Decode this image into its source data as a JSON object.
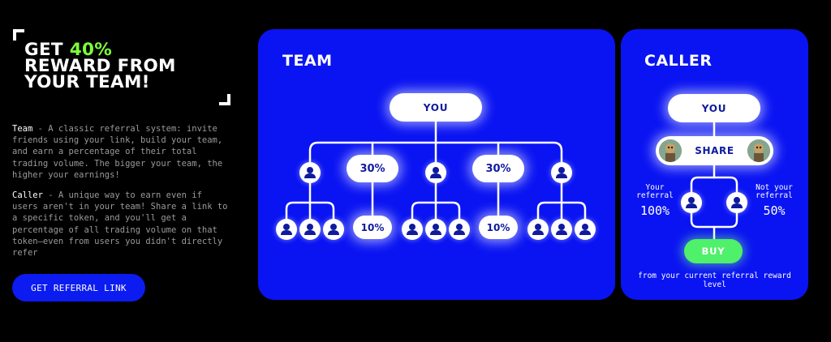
{
  "hero": {
    "line1_pre": "GET ",
    "line1_highlight": "40%",
    "line2": "REWARD FROM",
    "line3": "YOUR TEAM!",
    "highlight_color": "#7dff3a"
  },
  "descriptions": {
    "team_title": "Team",
    "team_text": " - A classic referral system: invite friends using your link, build your team, and earn a percentage of their total trading volume. The bigger your team, the higher your earnings!",
    "caller_title": "Caller",
    "caller_text": " - A unique way to earn even if users aren't in your team! Share a link to a specific token, and you'll get a percentage of all trading volume on that token—even from users you didn't directly refer"
  },
  "cta": {
    "label": "GET REFERRAL LINK",
    "color": "#0c1cf0"
  },
  "team_card": {
    "title": "TEAM",
    "root_label": "YOU",
    "level1_percent": "30%",
    "level2_percent": "10%",
    "background": "#0a14f2"
  },
  "caller_card": {
    "title": "CALLER",
    "root_label": "YOU",
    "share_label": "SHARE",
    "your_referral_label": "Your referral",
    "your_referral_value": "100%",
    "not_your_referral_label": "Not your referral",
    "not_your_referral_value": "50%",
    "buy_label": "BUY",
    "buy_color": "#4ff06a",
    "footnote": "from your current referral reward level"
  },
  "icons": {
    "person": "person-icon",
    "avatar": "avatar-icon"
  }
}
